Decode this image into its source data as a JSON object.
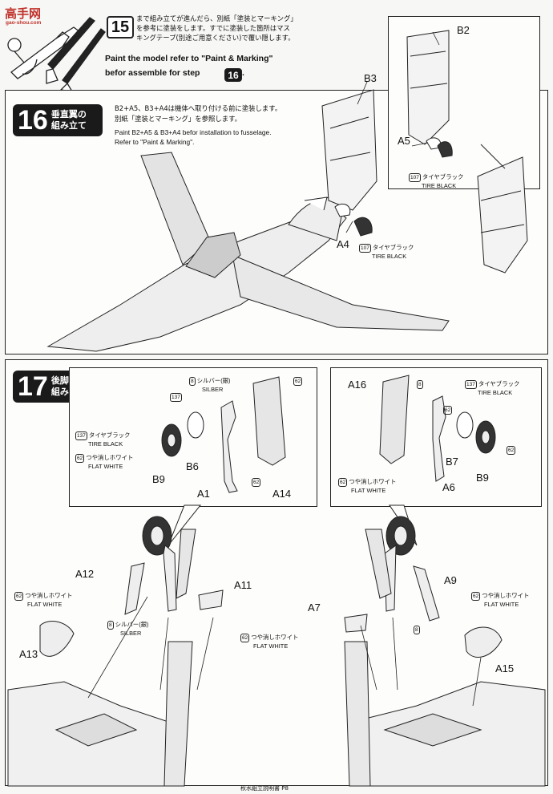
{
  "watermark": {
    "logo": "高手网",
    "url": "gao-shou.com"
  },
  "step15": {
    "number": "15",
    "jp_line1": "まで組み立てが進んだら、別紙「塗装とマーキング」",
    "jp_line2": "を参考に塗装をします。すでに塗装した箇所はマス",
    "jp_line3": "キングテープ(別途ご用意ください)で覆い隠します。",
    "en_line1": "Paint the model refer to \"Paint & Marking\"",
    "en_line2": "befor assemble for step",
    "en_step_ref": "16",
    "en_period": "."
  },
  "step16": {
    "number": "16",
    "title_line1": "垂直翼の",
    "title_line2": "組み立て",
    "jp_line1": "B2+A5、B3+A4は機体へ取り付ける前に塗装します。",
    "jp_line2": "別紙「塗装とマーキング」を参照します。",
    "en_line1": "Paint B2+A5 & B3+A4 befor installation to fusselage.",
    "en_line2": "Refer to \"Paint & Marking\".",
    "parts": {
      "b2": "B2",
      "a5": "A5",
      "b3": "B3",
      "a4": "A4"
    },
    "callout_a5": {
      "code": "107",
      "jp": "タイヤブラック",
      "en": "TIRE BLACK"
    },
    "callout_a4": {
      "code": "107",
      "jp": "タイヤブラック",
      "en": "TIRE BLACK"
    }
  },
  "step17": {
    "number": "17",
    "title_line1": "後脚の",
    "title_line2": "組み立て",
    "left_inset": {
      "silver": {
        "code": "8",
        "jp": "シルバー(銀)",
        "en": "SILBER"
      },
      "code137": "137",
      "tire": {
        "code": "137",
        "jp": "タイヤブラック",
        "en": "TIRE BLACK"
      },
      "white": {
        "code": "62",
        "jp": "つや消しホワイト",
        "en": "FLAT WHITE"
      },
      "code62a": "62",
      "code62b": "62",
      "parts": {
        "b6": "B6",
        "b9": "B9",
        "a1": "A1",
        "a14": "A14"
      }
    },
    "right_inset": {
      "code8": "8",
      "code62a": "62",
      "code62b": "62",
      "tire": {
        "code": "137",
        "jp": "タイヤブラック",
        "en": "TIRE BLACK"
      },
      "white": {
        "code": "62",
        "jp": "つや消しホワイト",
        "en": "FLAT WHITE"
      },
      "parts": {
        "a16": "A16",
        "b7": "B7",
        "b9": "B9",
        "a6": "A6"
      }
    },
    "main": {
      "a12": "A12",
      "a13": "A13",
      "a11": "A11",
      "a7": "A7",
      "a9": "A9",
      "a15": "A15",
      "left_white": {
        "code": "62",
        "jp": "つや消しホワイト",
        "en": "FLAT WHITE"
      },
      "left_silver": {
        "code": "8",
        "jp": "シルバー(銀)",
        "en": "SILBER"
      },
      "a11_white": {
        "code": "62",
        "jp": "つや消しホワイト",
        "en": "FLAT WHITE"
      },
      "right_white": {
        "code": "62",
        "jp": "つや消しホワイト",
        "en": "FLAT WHITE"
      },
      "right_code8": "8"
    }
  },
  "footer": "秋水組立説明書 P8"
}
